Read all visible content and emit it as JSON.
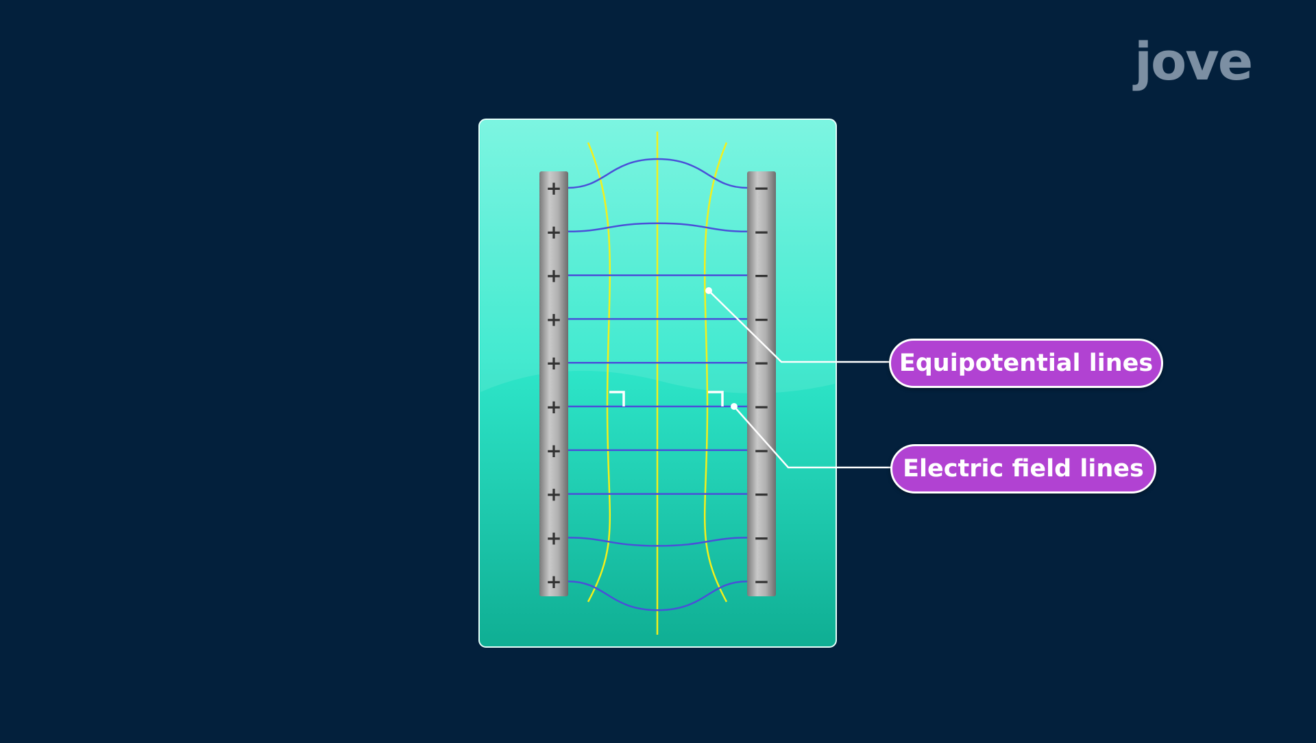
{
  "logo": {
    "text": "jove"
  },
  "plates": {
    "positive_symbol": "+",
    "negative_symbol": "−",
    "charge_count": 10
  },
  "labels": {
    "equipotential": "Equipotential lines",
    "electric_field": "Electric field lines"
  },
  "colors": {
    "background": "#03203c",
    "panel_top": "#6ef4de",
    "panel_bottom": "#0fae93",
    "equipotential_line": "#f4f01a",
    "field_line": "#4a4fd8",
    "plate": "#9c9c9c",
    "callout_fill": "#b142d2",
    "leader_line": "#ffffff",
    "logo": "#7c8fa3"
  }
}
